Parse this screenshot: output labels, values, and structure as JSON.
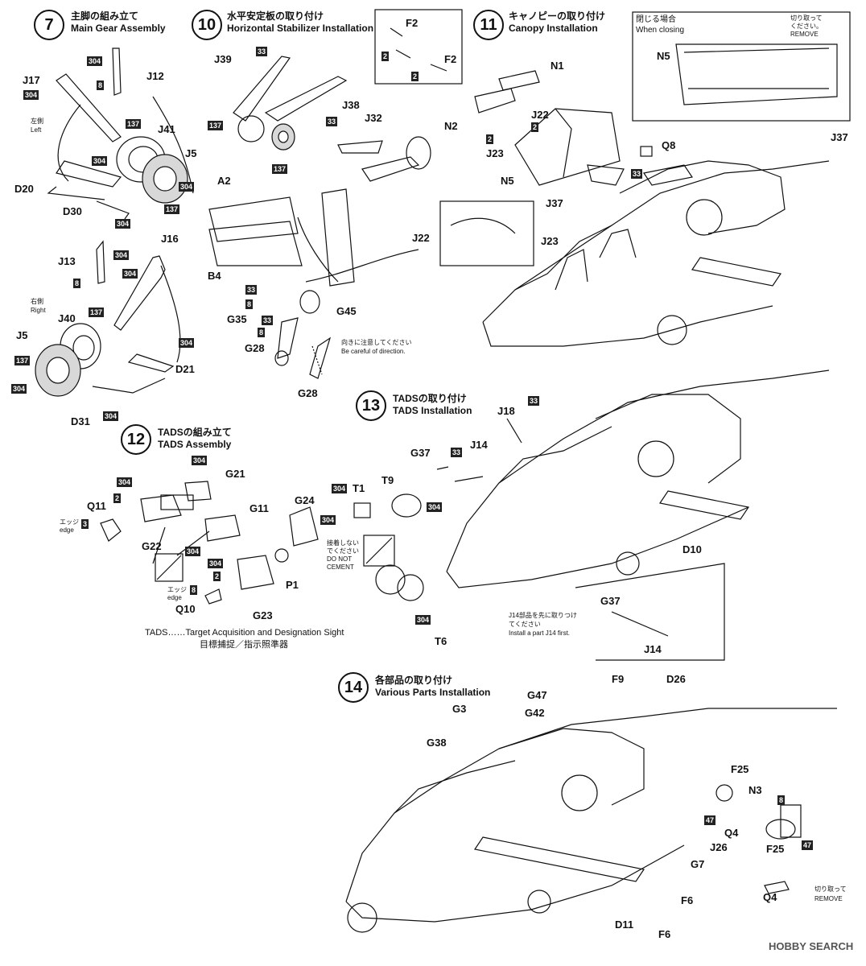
{
  "steps": {
    "s7": {
      "num": "7",
      "ja": "主脚の組み立て",
      "en": "Main Gear Assembly"
    },
    "s10": {
      "num": "10",
      "ja": "水平安定板の取り付け",
      "en": "Horizontal Stabilizer Installation"
    },
    "s11": {
      "num": "11",
      "ja": "キャノピーの取り付け",
      "en": "Canopy Installation"
    },
    "s12": {
      "num": "12",
      "ja": "TADSの組み立て",
      "en": "TADS Assembly"
    },
    "s13": {
      "num": "13",
      "ja": "TADSの取り付け",
      "en": "TADS Installation"
    },
    "s14": {
      "num": "14",
      "ja": "各部品の取り付け",
      "en": "Various Parts Installation"
    }
  },
  "notes": {
    "left_ja": "左側",
    "left_en": "Left",
    "right_ja": "右側",
    "right_en": "Right",
    "direction_ja": "向きに注意してください",
    "direction_en": "Be careful of direction.",
    "closing_ja": "閉じる場合",
    "closing_en": "When closing",
    "cut_ja": "切り取って",
    "cut_ja2": "ください。",
    "cut_en": "REMOVE",
    "edge_ja": "エッジ",
    "edge_en": "edge",
    "nocement_ja": "接着しない",
    "nocement_ja2": "でください",
    "nocement_en": "DO NOT",
    "nocement_en2": "CEMENT",
    "j14_ja": "J14部品を先に取りつけ",
    "j14_ja2": "てください",
    "j14_en": "Install a part J14 first.",
    "tads_def": "TADS……Target Acquisition and Designation Sight",
    "tads_ja": "目標捕捉／指示照準器"
  },
  "watermark": "HOBBY SEARCH",
  "parts": {
    "J17": "J17",
    "J12": "J12",
    "J41": "J41",
    "J5": "J5",
    "D20": "D20",
    "D30": "D30",
    "J13": "J13",
    "J16": "J16",
    "J40": "J40",
    "D21": "D21",
    "D31": "D31",
    "J39": "J39",
    "J38": "J38",
    "J32": "J32",
    "A2": "A2",
    "B4": "B4",
    "G35": "G35",
    "G45": "G45",
    "G28": "G28",
    "F2": "F2",
    "N1": "N1",
    "N2": "N2",
    "J22": "J22",
    "J23": "J23",
    "N5": "N5",
    "Q8": "Q8",
    "J37": "J37",
    "Q11": "Q11",
    "G22": "G22",
    "G21": "G21",
    "G11": "G11",
    "G24": "G24",
    "P1": "P1",
    "Q10": "Q10",
    "G23": "G23",
    "J18": "J18",
    "G37": "G37",
    "J14": "J14",
    "T1": "T1",
    "T9": "T9",
    "T6": "T6",
    "D10": "D10",
    "F9": "F9",
    "D26": "D26",
    "G47": "G47",
    "G3": "G3",
    "G42": "G42",
    "G38": "G38",
    "F25": "F25",
    "N3": "N3",
    "Q4": "Q4",
    "J26": "J26",
    "G7": "G7",
    "F6": "F6",
    "D11": "D11"
  },
  "tags": {
    "t304": "304",
    "t8": "8",
    "t137": "137",
    "t33": "33",
    "t2": "2",
    "t3": "3",
    "t47": "47"
  }
}
